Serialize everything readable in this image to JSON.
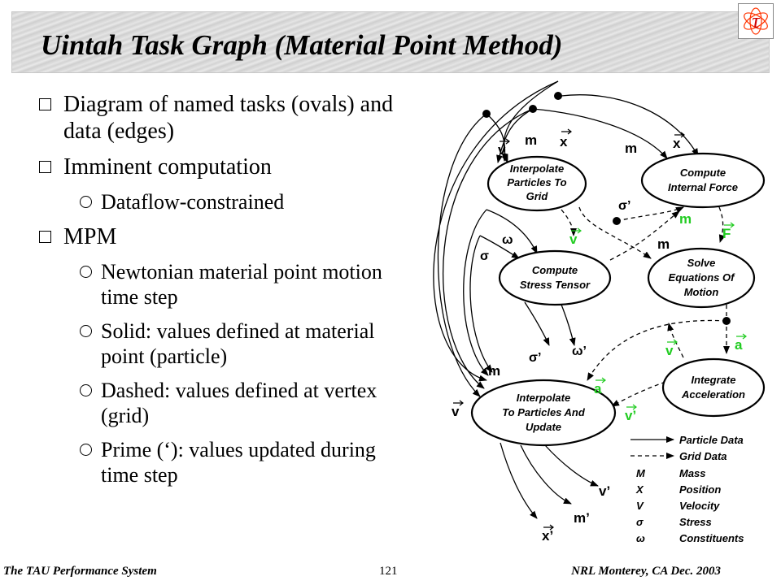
{
  "slide": {
    "title": "Uintah Task Graph (Material Point Method)",
    "logo_symbol": "τ",
    "bullets": [
      {
        "text": "Diagram of named tasks (ovals) and data (edges)",
        "level": 1
      },
      {
        "text": "Imminent computation",
        "level": 1
      },
      {
        "text": "Dataflow-constrained",
        "level": 2
      },
      {
        "text": "MPM",
        "level": 1
      },
      {
        "text": "Newtonian material point motion time step",
        "level": 2
      },
      {
        "text": "Solid: values defined at material point (particle)",
        "level": 2
      },
      {
        "text": "Dashed: values defined at vertex (grid)",
        "level": 2
      },
      {
        "text": "Prime (‘): values updated during time step",
        "level": 2
      }
    ],
    "footer": {
      "left": "The TAU Performance System",
      "center": "121",
      "right": "NRL Monterey, CA Dec. 2003"
    }
  },
  "diagram": {
    "tasks": {
      "interpolate_to_grid": [
        "Interpolate",
        "Particles To",
        "Grid"
      ],
      "compute_internal_force": [
        "Compute",
        "Internal Force"
      ],
      "compute_stress_tensor": [
        "Compute",
        "Stress Tensor"
      ],
      "solve_equations_of_motion": [
        "Solve",
        "Equations Of",
        "Motion"
      ],
      "integrate_acceleration": [
        "Integrate",
        "Acceleration"
      ],
      "interpolate_to_particles": [
        "Interpolate",
        "To Particles And",
        "Update"
      ]
    },
    "labels": {
      "m": "m",
      "x": "x",
      "v": "v",
      "sigma": "σ",
      "omega": "ω",
      "sigma_prime": "σ’",
      "omega_prime": "ω’",
      "F": "F",
      "a": "a",
      "v_prime": "v’",
      "m_prime": "m’",
      "x_prime": "x’"
    },
    "legend": [
      {
        "symbol": "",
        "text": "Particle Data"
      },
      {
        "symbol": "",
        "text": "Grid Data"
      },
      {
        "symbol": "M",
        "text": "Mass"
      },
      {
        "symbol": "X",
        "text": "Position"
      },
      {
        "symbol": "V",
        "text": "Velocity"
      },
      {
        "symbol": "σ",
        "text": "Stress"
      },
      {
        "symbol": "ω",
        "text": "Constituents"
      }
    ],
    "colors": {
      "grid_label": "#22cc22",
      "line": "#000000"
    }
  }
}
